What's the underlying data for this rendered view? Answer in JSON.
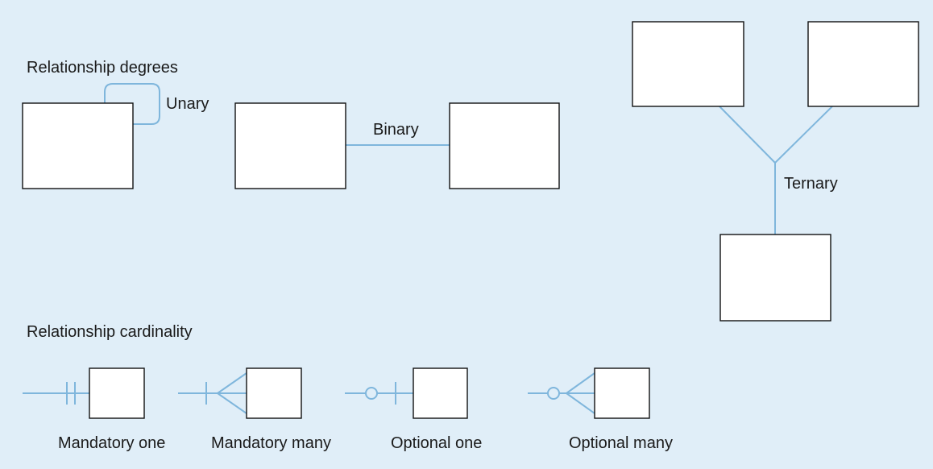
{
  "labels": {
    "degrees_heading": "Relationship degrees",
    "unary": "Unary",
    "binary": "Binary",
    "ternary": "Ternary",
    "cardinality_heading": "Relationship cardinality",
    "mandatory_one": "Mandatory one",
    "mandatory_many": "Mandatory many",
    "optional_one": "Optional one",
    "optional_many": "Optional many"
  },
  "colors": {
    "background": "#e0eef8",
    "connector": "#7fb6dc",
    "entity_fill": "#ffffff",
    "entity_stroke": "#111111",
    "text": "#1a1a1a"
  }
}
